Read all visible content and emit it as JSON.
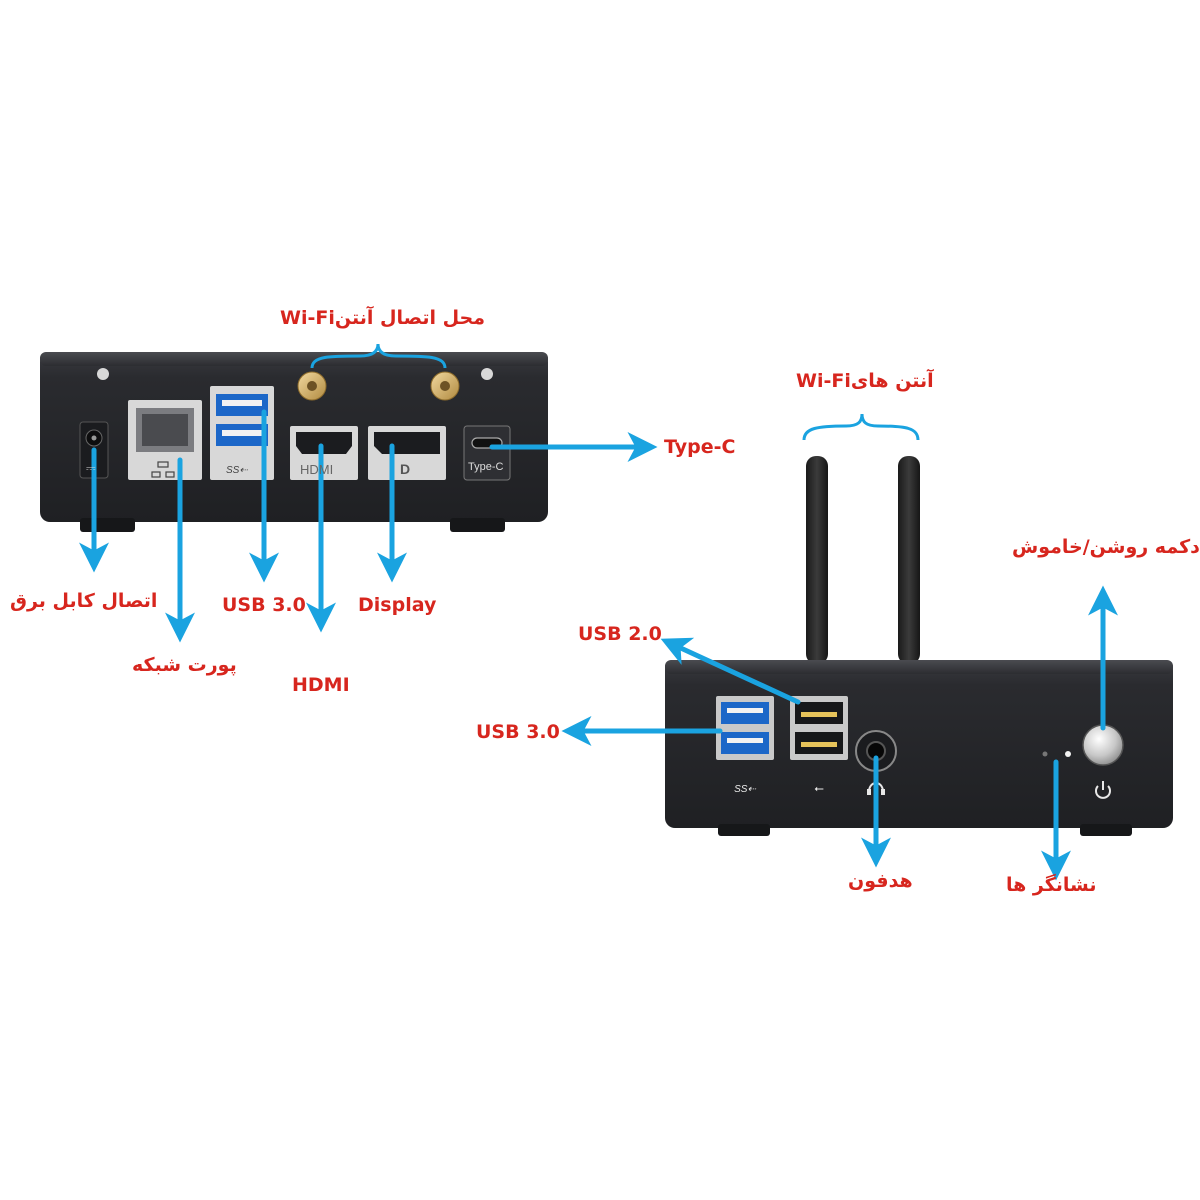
{
  "colors": {
    "label": "#d7261e",
    "arrow": "#1aa3e0",
    "chassis": "#2b2c30",
    "chassis_dark": "#1a1b1e",
    "usb3_blue": "#1c67c8"
  },
  "rear_panel": {
    "wifi_connector_label": "محل اتصال آنتنWi-Fi",
    "power_label": "اتصال کابل برق",
    "network_label": "پورت شبکه",
    "usb3_label": "USB 3.0",
    "hdmi_label": "HDMI",
    "display_label": "Display",
    "typec_label": "Type-C",
    "port_marks": {
      "hdmi": "HDMI",
      "typec": "Type-C",
      "displayport": "D"
    }
  },
  "front_panel": {
    "antenna_label": "آنتن هایWi-Fi",
    "power_button_label": "دکمه روشن/خاموش",
    "usb2_label": "USB 2.0",
    "usb3_label": "USB 3.0",
    "headphone_label": "هدفون",
    "indicator_label": "نشانگر ها"
  },
  "icons": [
    "usb-ss-icon",
    "usb-icon",
    "lan-icon",
    "power-icon",
    "headphone-icon",
    "dc-in-icon",
    "displayport-icon"
  ]
}
